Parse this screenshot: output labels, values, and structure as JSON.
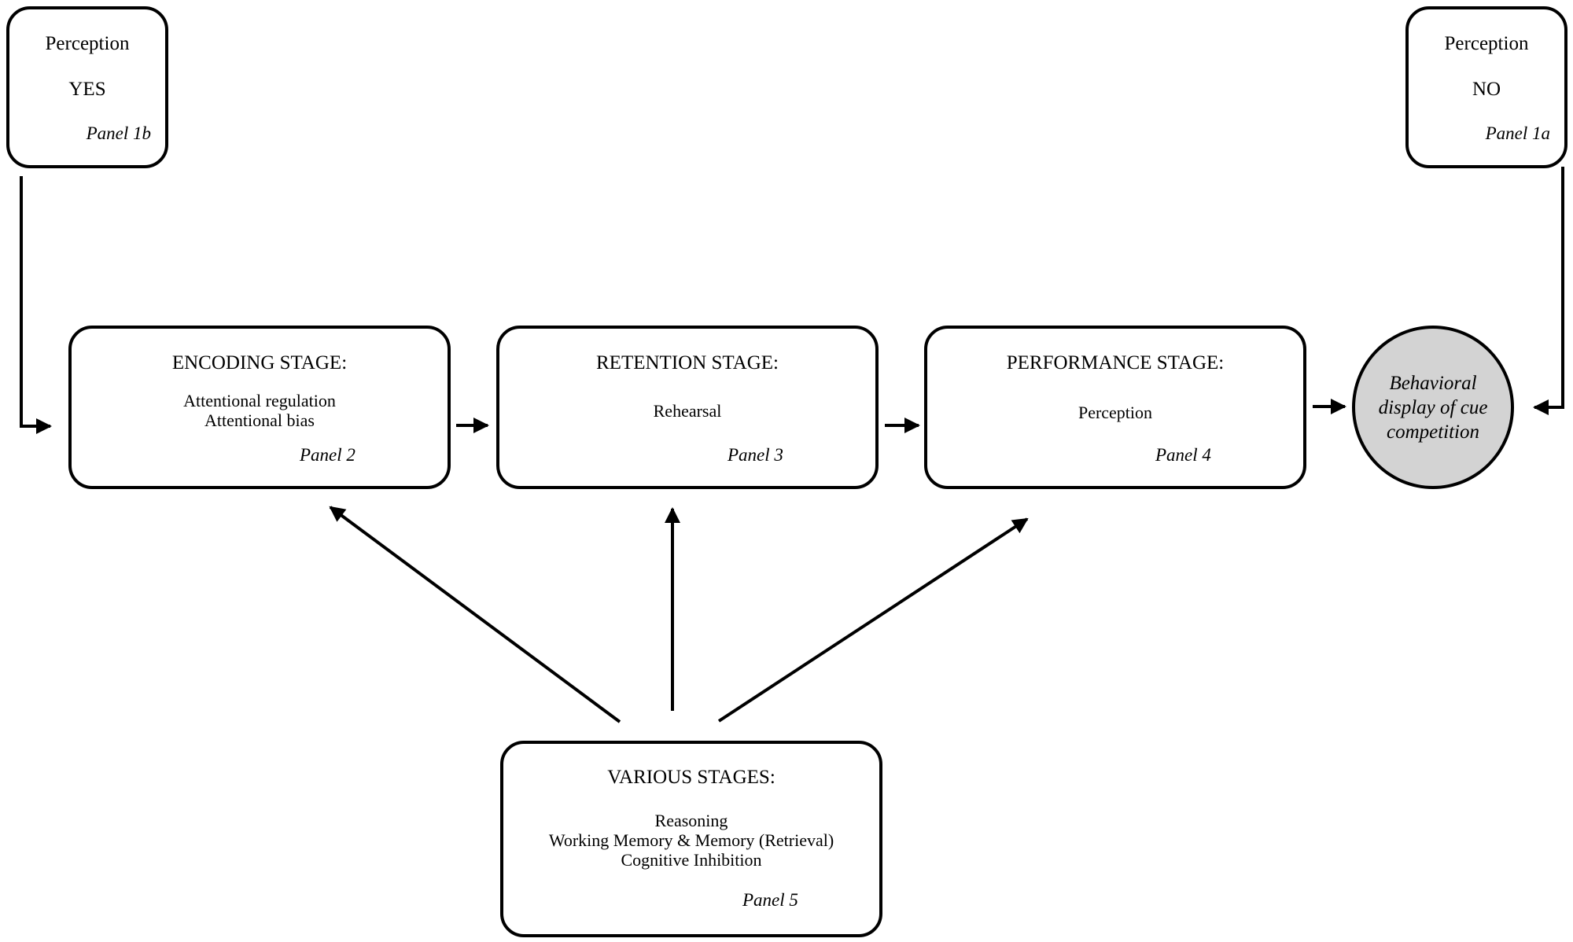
{
  "panel_1b": {
    "title": "Perception",
    "value": "YES",
    "panel": "Panel 1b"
  },
  "panel_1a": {
    "title": "Perception",
    "value": "NO",
    "panel": "Panel 1a"
  },
  "encoding": {
    "title": "ENCODING STAGE:",
    "lines": [
      "Attentional regulation",
      "Attentional bias"
    ],
    "panel": "Panel 2"
  },
  "retention": {
    "title": "RETENTION STAGE:",
    "lines": [
      "Rehearsal"
    ],
    "panel": "Panel 3"
  },
  "performance": {
    "title": "PERFORMANCE STAGE:",
    "lines": [
      "Perception"
    ],
    "panel": "Panel 4"
  },
  "outcome": {
    "lines": [
      "Behavioral",
      "display of cue",
      "competition"
    ],
    "fill": "#d3d3d3"
  },
  "various": {
    "title": "VARIOUS STAGES:",
    "lines": [
      "Reasoning",
      "Working Memory & Memory (Retrieval)",
      "Cognitive Inhibition"
    ],
    "panel": "Panel 5"
  }
}
